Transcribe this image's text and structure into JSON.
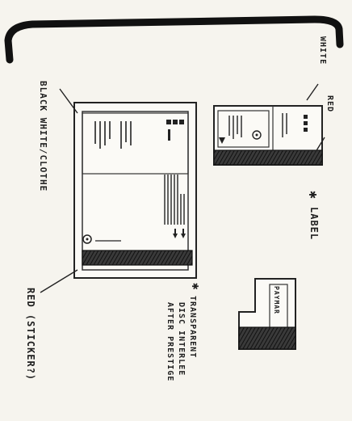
{
  "annotations": {
    "black_white_clothe": "BLACK WHITE/CLOTHE",
    "red_sticker": "RED (STICKER?)",
    "white": "WHITE",
    "red_top": "RED",
    "label_note": "LABEL",
    "transparent_note_line1": "TRANSPARENT",
    "transparent_note_line2": "DISC INTERLEE",
    "transparent_note_line3": "AFTER PRESTIGE",
    "small_sticker_text": "PAYMAR"
  },
  "colors": {
    "ink": "#1c1c1c",
    "paper": "#f6f4ee",
    "shade": "#2b2b2b"
  }
}
